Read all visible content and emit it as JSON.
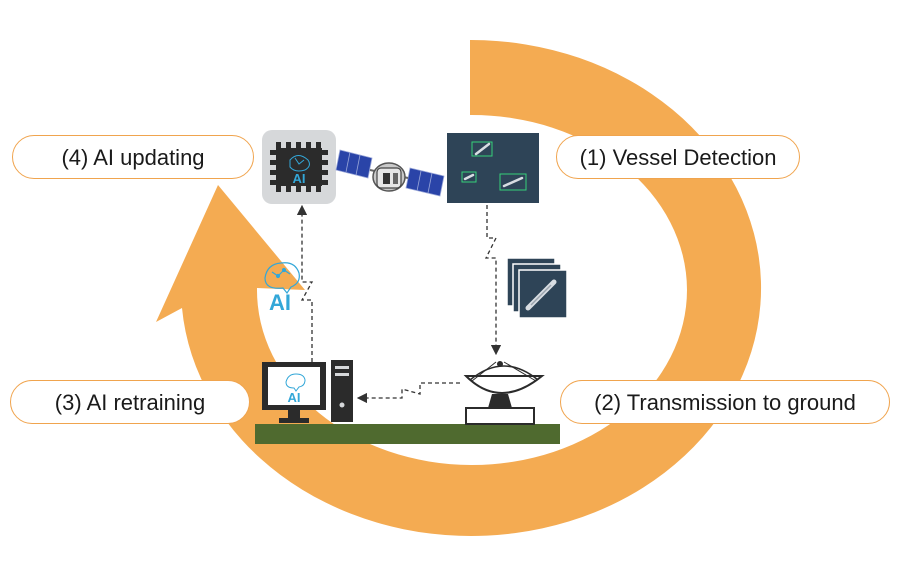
{
  "steps": {
    "detection": "(1) Vessel Detection",
    "transmission": "(2) Transmission to ground",
    "retraining": "(3) AI retraining",
    "updating": "(4) AI updating"
  },
  "ai_labels": {
    "chip": "AI",
    "floating": "AI",
    "monitor": "AI"
  },
  "colors": {
    "cycle_arrow": "#f4ab52",
    "pill_border": "#f0a44e",
    "ground": "#4f6a2f",
    "satellite_image": "#2e4457",
    "ai_blue": "#33a7d8",
    "hardware": "#2b2b2b"
  },
  "icons": [
    "chip-icon",
    "satellite-icon",
    "satellite-image-icon",
    "image-stack-icon",
    "ai-brain-icon",
    "computer-icon",
    "dish-antenna-icon"
  ]
}
